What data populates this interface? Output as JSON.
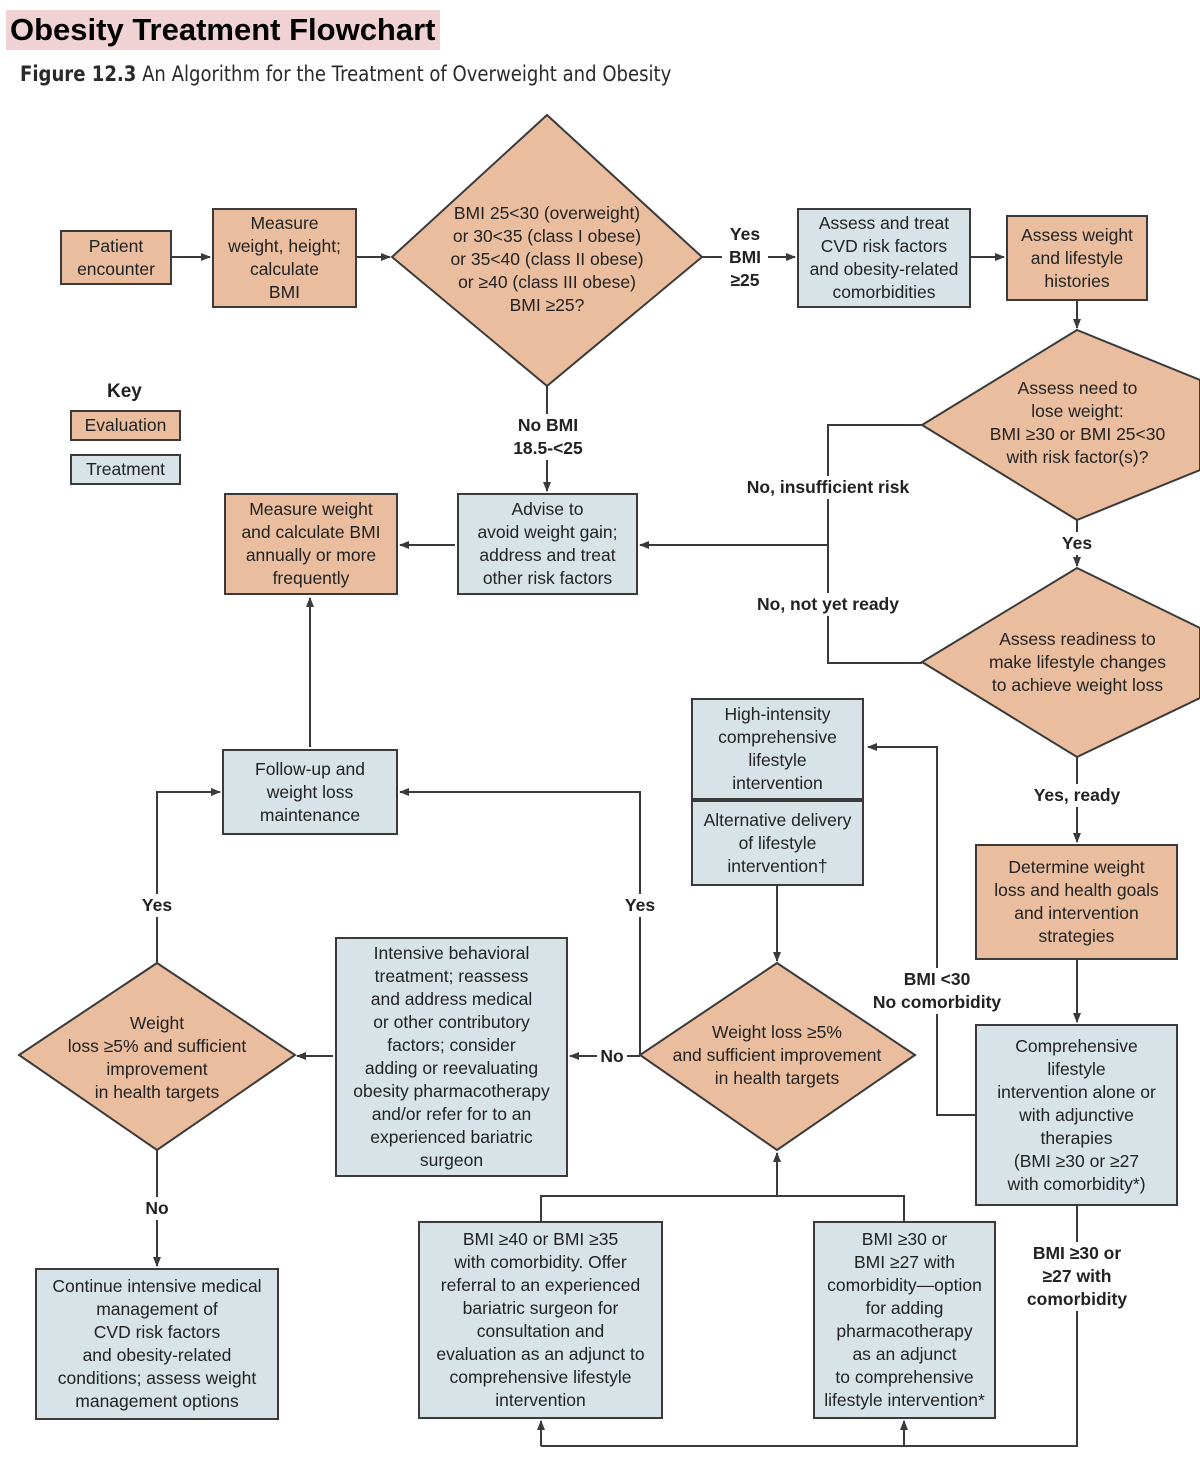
{
  "header": {
    "title": "Obesity Treatment Flowchart",
    "caption_figure": "Figure 12.3",
    "caption_text": "An Algorithm for the Treatment of Overweight and Obesity"
  },
  "colors": {
    "evaluation": "#e9bd9e",
    "treatment": "#d7e3e7",
    "line": "#3a3a3a"
  },
  "key": {
    "title": "Key",
    "evaluation": "Evaluation",
    "treatment": "Treatment"
  },
  "nodes": {
    "patient_encounter": "Patient\nencounter",
    "measure_bmi": "Measure\nweight, height;\ncalculate\nBMI",
    "bmi_question": "BMI 25<30 (overweight)\nor 30<35 (class I obese)\nor 35<40 (class II obese)\nor ≥40 (class III obese)\nBMI ≥25?",
    "assess_cvd": "Assess and treat\nCVD risk factors\nand obesity-related\ncomorbidities",
    "assess_histories": "Assess weight\nand lifestyle\nhistories",
    "assess_need": "Assess need to\nlose weight:\nBMI ≥30 or BMI 25<30\nwith risk factor(s)?",
    "measure_annually": "Measure weight\nand calculate BMI\nannually or more\nfrequently",
    "advise": "Advise to\navoid weight gain;\naddress and treat\nother risk factors",
    "assess_readiness": "Assess readiness to\nmake lifestyle changes\nto achieve weight loss",
    "high_intensity": "High-intensity\ncomprehensive\nlifestyle\nintervention",
    "alt_delivery": "Alternative delivery\nof lifestyle\nintervention†",
    "followup": "Follow-up and\nweight loss\nmaintenance",
    "determine_goals": "Determine weight\nloss and health goals\nand intervention\nstrategies",
    "intensive_behavioral": "Intensive behavioral\ntreatment; reassess\nand address medical\nor other contributory\nfactors; consider\nadding or reevaluating\nobesity pharmacotherapy\nand/or refer for to an\nexperienced bariatric\nsurgeon",
    "weight_loss_left": "Weight\nloss ≥5% and sufficient\nimprovement\nin health targets",
    "weight_loss_center": "Weight loss ≥5%\nand sufficient improvement\nin health targets",
    "comprehensive": "Comprehensive\nlifestyle\nintervention alone or\nwith adjunctive\ntherapies\n(BMI ≥30 or ≥27\nwith comorbidity*)",
    "continue_intensive": "Continue intensive medical\nmanagement of\nCVD risk factors\nand obesity-related\nconditions; assess weight\nmanagement options",
    "bariatric": "BMI ≥40 or BMI ≥35\nwith comorbidity. Offer\nreferral to an experienced\nbariatric surgeon  for\nconsultation and\nevaluation as an adjunct to\ncomprehensive lifestyle\nintervention",
    "pharmacotherapy": "BMI ≥30 or\nBMI ≥27 with\ncomorbidity—option\nfor adding\npharmacotherapy\nas an adjunct\nto comprehensive\nlifestyle intervention*"
  },
  "edge_labels": {
    "yes_bmi": "Yes\nBMI\n≥25",
    "no_bmi": "No BMI\n18.5-<25",
    "no_insufficient": "No, insufficient risk",
    "yes_need": "Yes",
    "no_not_ready": "No, not yet ready",
    "yes_ready": "Yes, ready",
    "bmi_lt30": "BMI <30\nNo comorbidity",
    "yes_left": "Yes",
    "yes_center": "Yes",
    "no_left": "No",
    "no_center": "No",
    "bmi_ge30": "BMI ≥30 or\n≥27 with\ncomorbidity"
  }
}
